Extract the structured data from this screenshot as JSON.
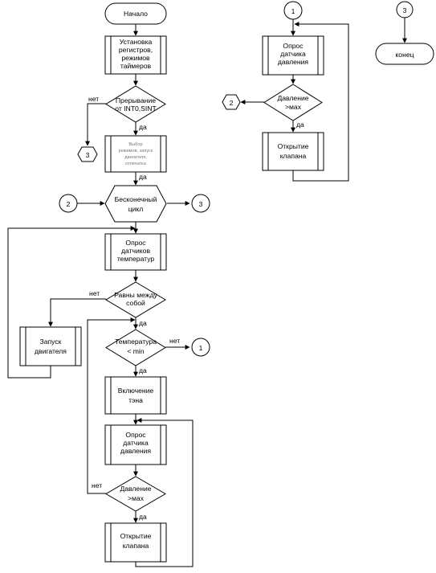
{
  "flowchart": {
    "start": "Начало",
    "init": [
      "Установка",
      "регистров,",
      "режимов",
      "таймеров"
    ],
    "interrupt_decision": [
      "Прерывание",
      "от INT0,SINT"
    ],
    "select_modes": [
      "Выбор",
      "режимов, запуск",
      "двигателя,",
      "отпечатка"
    ],
    "infinite_loop": [
      "Бесконечный",
      "цикл"
    ],
    "poll_temp": [
      "Опрос",
      "датчиков",
      "температур"
    ],
    "equal_decision": [
      "Равны между",
      "собой"
    ],
    "start_motor": [
      "Запуск",
      "двигателя"
    ],
    "temp_decision": [
      "Температура",
      "< min"
    ],
    "heater_on": [
      "Включение",
      "тэна"
    ],
    "poll_pressure": [
      "Опрос",
      "датчика",
      "давления"
    ],
    "pressure_decision": [
      "Давление",
      ">мах"
    ],
    "open_valve": [
      "Открытие",
      "клапана"
    ],
    "end": "конец",
    "labels": {
      "yes": "да",
      "no": "нет"
    },
    "connectors": {
      "c1": "1",
      "c2": "2",
      "c3": "3"
    }
  }
}
